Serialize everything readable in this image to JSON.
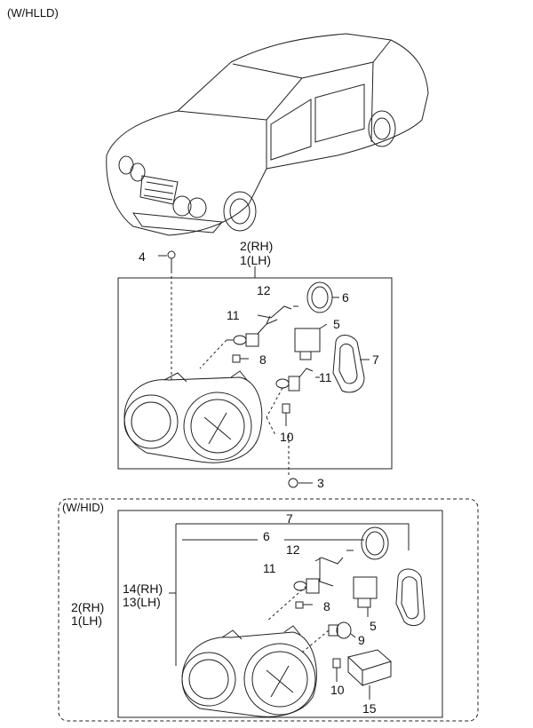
{
  "variant_hlld": "(W/HLLD)",
  "variant_hid": "(W/HID)",
  "top": {
    "assy_rh": "2(RH)",
    "assy_lh": "1(LH)",
    "callouts": {
      "c4": "4",
      "c12": "12",
      "c6": "6",
      "c11a": "11",
      "c5": "5",
      "c8": "8",
      "c7": "7",
      "c11b": "11",
      "c10": "10",
      "c3": "3"
    }
  },
  "bottom": {
    "assy_rh": "2(RH)",
    "assy_lh": "1(LH)",
    "sub_rh": "14(RH)",
    "sub_lh": "13(LH)",
    "callouts": {
      "c7": "7",
      "c6": "6",
      "c12": "12",
      "c11": "11",
      "c8": "8",
      "c5": "5",
      "c9": "9",
      "c10": "10",
      "c15": "15"
    }
  }
}
